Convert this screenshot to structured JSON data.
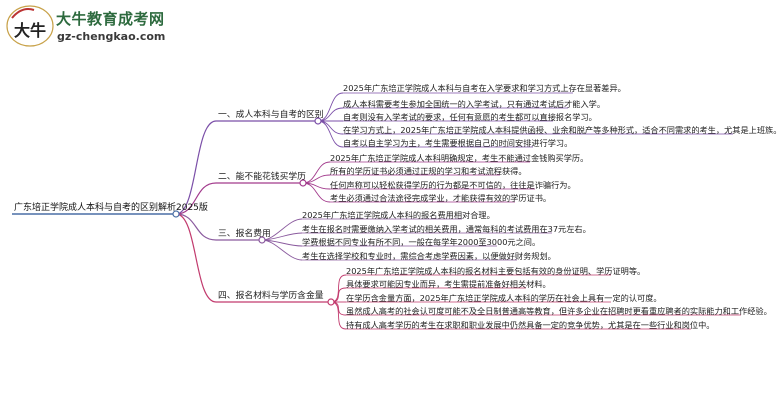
{
  "logo": {
    "title": "大牛教育成考网",
    "url": "gz-chengkao.com",
    "emblem_text": "大牛"
  },
  "root": "广东培正学院成人本科与自考的区别解析2025版",
  "branches": [
    {
      "label": "一、成人本科与自考的区别",
      "color": "#7b4fa8",
      "items": [
        "2025年广东培正学院成人本科与自考在入学要求和学习方式上存在显著差异。",
        "成人本科需要考生参加全国统一的入学考试，只有通过考试后才能入学。",
        "自考则没有入学考试的要求，任何有意愿的考生都可以直接报名学习。",
        "在学习方式上，2025年广东培正学院成人本科提供函授、业余和脱产等多种形式，适合不同需求的考生，尤其是上班族。",
        "自考以自主学习为主，考生需要根据自己的时间安排进行学习。"
      ]
    },
    {
      "label": "二、能不能花钱买学历",
      "color": "#a23a8c",
      "items": [
        "2025年广东培正学院成人本科明确规定，考生不能通过金钱购买学历。",
        "所有的学历证书必须通过正规的学习和考试流程获得。",
        "任何声称可以轻松获得学历的行为都是不可信的，往往是诈骗行为。",
        "考生必须通过合法途径完成学业，才能获得有效的学历证书。"
      ]
    },
    {
      "label": "三、报名费用",
      "color": "#8a5a9e",
      "items": [
        "2025年广东培正学院成人本科的报名费用相对合理。",
        "考生在报名时需要缴纳入学考试的相关费用，通常每科的考试费用在37元左右。",
        "学费根据不同专业有所不同，一般在每学年2000至3000元之间。",
        "考生在选择学校和专业时，需综合考虑学费因素，以便做好财务规划。"
      ]
    },
    {
      "label": "四、报名材料与学历含金量",
      "color": "#c23b6e",
      "items": [
        "2025年广东培正学院成人本科的报名材料主要包括有效的身份证明、学历证明等。",
        "具体要求可能因专业而异，考生需提前准备好相关材料。",
        "在学历含金量方面，2025年广东培正学院成人本科的学历在社会上具有一定的认可度。",
        "虽然成人高考的社会认可度可能不及全日制普通高等教育，但许多企业在招聘时更看重应聘者的实际能力和工作经验。",
        "持有成人高考学历的考生在求职和职业发展中仍然具备一定的竞争优势，尤其是在一些行业和岗位中。"
      ]
    }
  ]
}
